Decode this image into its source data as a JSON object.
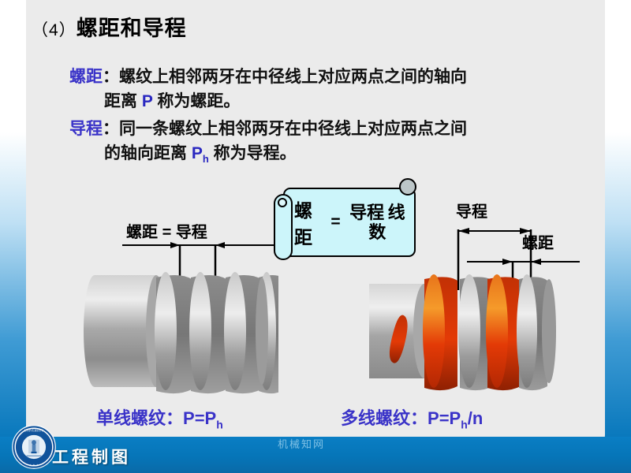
{
  "slide": {
    "title_number": "（4）",
    "title_text": "螺距和导程",
    "background_color": "#ebebeb",
    "accent_blue": "#0675b8",
    "keyword_color": "#3a33c8",
    "scroll_fill": "#ccf5fa"
  },
  "body": {
    "para1": {
      "keyword": "螺距",
      "colon": "：",
      "line1": "螺纹上相邻两牙在中径线上对应两点之间的轴向",
      "line2_pre": "距离 ",
      "line2_sym": "P",
      "line2_post": " 称为螺距。"
    },
    "para2": {
      "keyword": "导程",
      "colon": "：",
      "line1": "同一条螺纹上相邻两牙在中径线上对应两点之间",
      "line2_pre": "的轴向距离 ",
      "line2_sym": "P",
      "line2_sub": "h",
      "line2_post": " 称为导程。"
    }
  },
  "formula_scroll": {
    "lhs": "螺距",
    "equals": "=",
    "numerator": "导程",
    "denominator": "线数"
  },
  "left_diagram": {
    "label": "螺距",
    "equals": "=",
    "label2": "导程",
    "caption": "单线螺纹：",
    "caption_formula_p": "P=P",
    "caption_formula_sub": "h",
    "thread_type": "single-start",
    "thread_color": "#9a9a9a"
  },
  "right_diagram": {
    "lead_label": "导程",
    "pitch_label": "螺距",
    "caption": "多线螺纹：",
    "caption_formula_p": "P=P",
    "caption_formula_sub": "h",
    "caption_formula_tail": "/n",
    "thread_type": "two-start",
    "helix_color_a": "#d93608",
    "helix_color_b": "#9a9a9a"
  },
  "footer": {
    "course_title": "工程制图",
    "watermark": "机械知网",
    "logo_name": "university-seal"
  }
}
